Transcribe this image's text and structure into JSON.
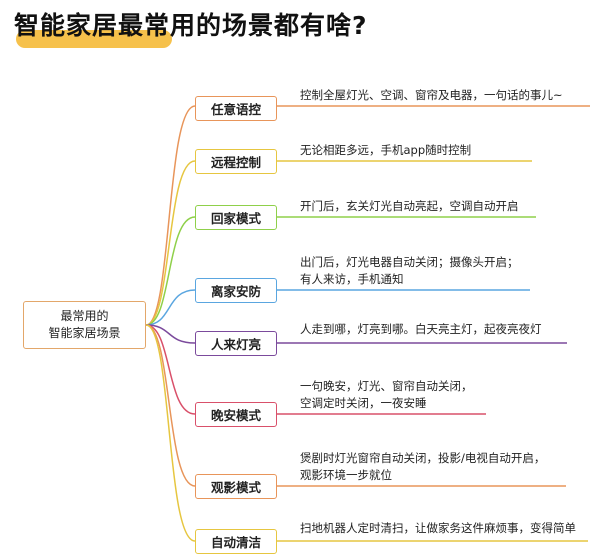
{
  "title": "智能家居最常用的场景都有啥?",
  "root": {
    "lines": [
      "最常用的",
      "智能家居场景"
    ]
  },
  "branches": [
    {
      "label": "任意语控",
      "color": "#e8955a",
      "lines": [
        "控制全屋灯光、空调、窗帘及电器，一句话的事儿~"
      ]
    },
    {
      "label": "远程控制",
      "color": "#e6c640",
      "lines": [
        "无论相距多远，手机app随时控制"
      ]
    },
    {
      "label": "回家模式",
      "color": "#8fd04a",
      "lines": [
        "开门后，玄关灯光自动亮起，空调自动开启"
      ]
    },
    {
      "label": "离家安防",
      "color": "#5aa6e0",
      "lines": [
        "出门后，灯光电器自动关闭；摄像头开启；",
        "有人来访，手机通知"
      ]
    },
    {
      "label": "人来灯亮",
      "color": "#7b4a9c",
      "lines": [
        "人走到哪，灯亮到哪。白天亮主灯，起夜亮夜灯"
      ]
    },
    {
      "label": "晚安模式",
      "color": "#d9506a",
      "lines": [
        "一句晚安，灯光、窗帘自动关闭，",
        "空调定时关闭，一夜安睡"
      ]
    },
    {
      "label": "观影模式",
      "color": "#e8955a",
      "lines": [
        "煲剧时灯光窗帘自动关闭，投影/电视自动开启，",
        "观影环境一步就位"
      ]
    },
    {
      "label": "自动清洁",
      "color": "#e6c640",
      "lines": [
        "扫地机器人定时清扫，让做家务这件麻烦事，变得简单"
      ]
    }
  ],
  "colors": {
    "root_border": "#e3a76a",
    "title_highlight": "#f6c14b"
  }
}
